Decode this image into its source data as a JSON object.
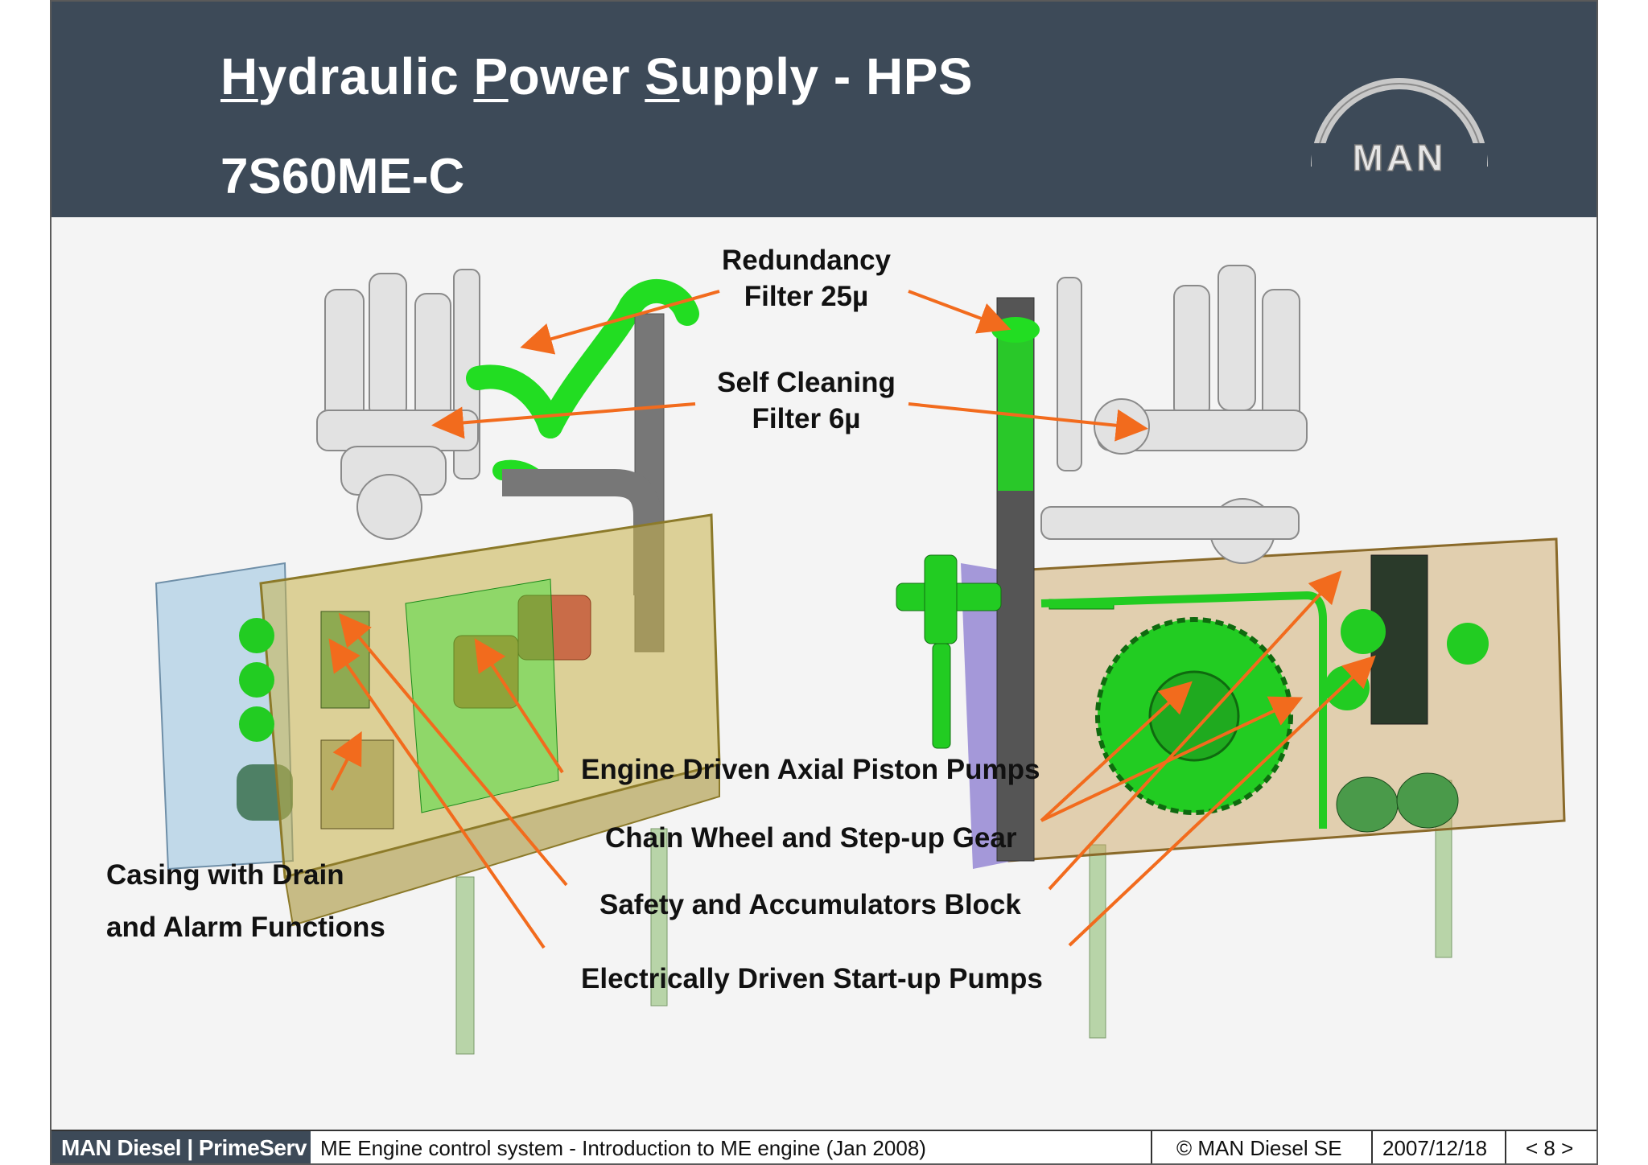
{
  "header": {
    "title_parts": [
      {
        "u": "H",
        "rest": "ydraulic "
      },
      {
        "u": "P",
        "rest": "ower "
      },
      {
        "u": "S",
        "rest": "upply - HPS"
      }
    ],
    "subtitle": "7S60ME-C",
    "logo_text": "MAN"
  },
  "labels": {
    "redundancy_filter": [
      "Redundancy",
      "Filter 25µ"
    ],
    "self_cleaning_filter": [
      "Self Cleaning",
      "Filter 6µ"
    ],
    "engine_driven_pumps": "Engine Driven Axial Piston Pumps",
    "chain_wheel": "Chain Wheel and Step-up Gear",
    "safety_block": "Safety and Accumulators Block",
    "electric_pumps": "Electrically Driven Start-up Pumps",
    "casing": [
      "Casing with Drain",
      "and Alarm Functions"
    ]
  },
  "footer": {
    "brand": "MAN Diesel | PrimeServ",
    "description": "ME Engine control system - Introduction to ME engine (Jan 2008)",
    "copyright": "© MAN Diesel SE",
    "date": "2007/12/18",
    "page": "< 8 >"
  },
  "colors": {
    "header_bg": "#3d4a58",
    "arrow": "#f26b1d",
    "pipe_green": "#22dd22",
    "casing_yellow": "#c9b24a"
  }
}
